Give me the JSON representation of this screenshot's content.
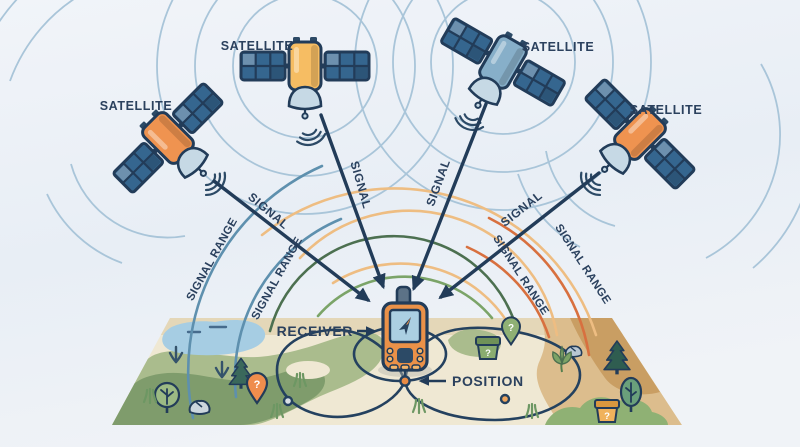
{
  "labels": {
    "satellite": "SATELLITE",
    "signal": "SIGNAL",
    "signal_range": "SIGNAL RANGE",
    "receiver": "RECEIVER",
    "position": "POSITION",
    "question_mark": "?"
  },
  "colors": {
    "navy_outline": "#223c59",
    "label_text": "#2b415e",
    "satellite_body_orange": "#ef9350",
    "satellite_body_yellow": "#f6bd63",
    "satellite_body_steelblue": "#87afc9",
    "solar_panel_blue": "#35668f",
    "wave_circle_blue": "#a9c5d9",
    "signal_range_blue": "#5e90ae",
    "signal_range_tan": "#eebd82",
    "signal_range_green": "#4c7050",
    "signal_range_green_light": "#7ba468",
    "signal_range_red": "#d8703f",
    "map_cream": "#efe8d3",
    "map_beige_band": "#e4d7b8",
    "map_grass": "#aabc8d",
    "map_grass_dark": "#7f9c6c",
    "map_tan": "#dcbd8d",
    "map_tan_dark": "#c99e63",
    "lake_blue": "#a6cde3",
    "receiver_orange": "#ea9148",
    "screen_blue": "#abcfe2",
    "marker_pin_orange": "#ef8d4d",
    "marker_pin_green": "#8fb074",
    "position_dot_orange": "#ea8c45"
  }
}
